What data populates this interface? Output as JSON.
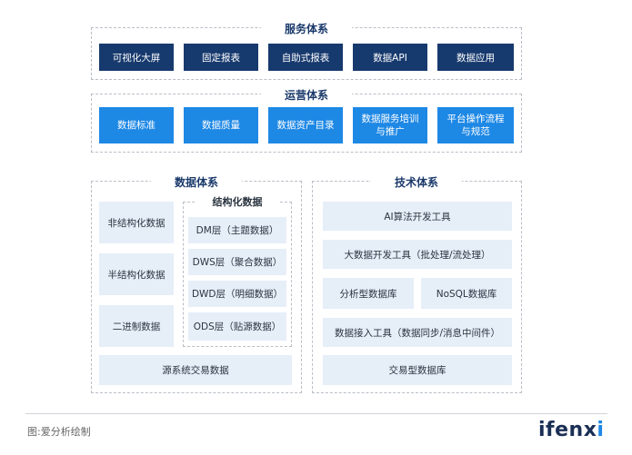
{
  "service": {
    "title": "服务体系",
    "items": [
      "可视化大屏",
      "固定报表",
      "自助式报表",
      "数据API",
      "数据应用"
    ]
  },
  "operation": {
    "title": "运营体系",
    "items": [
      "数据标准",
      "数据质量",
      "数据资产目录",
      "数据服务培训\n与推广",
      "平台操作流程\n与规范"
    ]
  },
  "data_system": {
    "title": "数据体系",
    "left_items": [
      "非结构化数据",
      "半结构化数据",
      "二进制数据"
    ],
    "structured_title": "结构化数据",
    "structured_items": [
      "DM层（主题数据）",
      "DWS层（聚合数据）",
      "DWD层（明细数据）",
      "ODS层（贴源数据）"
    ],
    "bottom": "源系统交易数据"
  },
  "tech_system": {
    "title": "技术体系",
    "ai_tools": "AI算法开发工具",
    "bigdata_tools": "大数据开发工具（批处理/流处理）",
    "analytic_db": "分析型数据库",
    "nosql_db": "NoSQL数据库",
    "ingest_tools": "数据接入工具（数据同步/消息中间件）",
    "trans_db": "交易型数据库"
  },
  "footer": {
    "source": "图:爱分析绘制",
    "logo_main": "ifenx",
    "logo_accent": "i"
  },
  "colors": {
    "dark_blue": "#173a6e",
    "bright_blue": "#1e88e5",
    "light_blue": "#e6eef8"
  }
}
